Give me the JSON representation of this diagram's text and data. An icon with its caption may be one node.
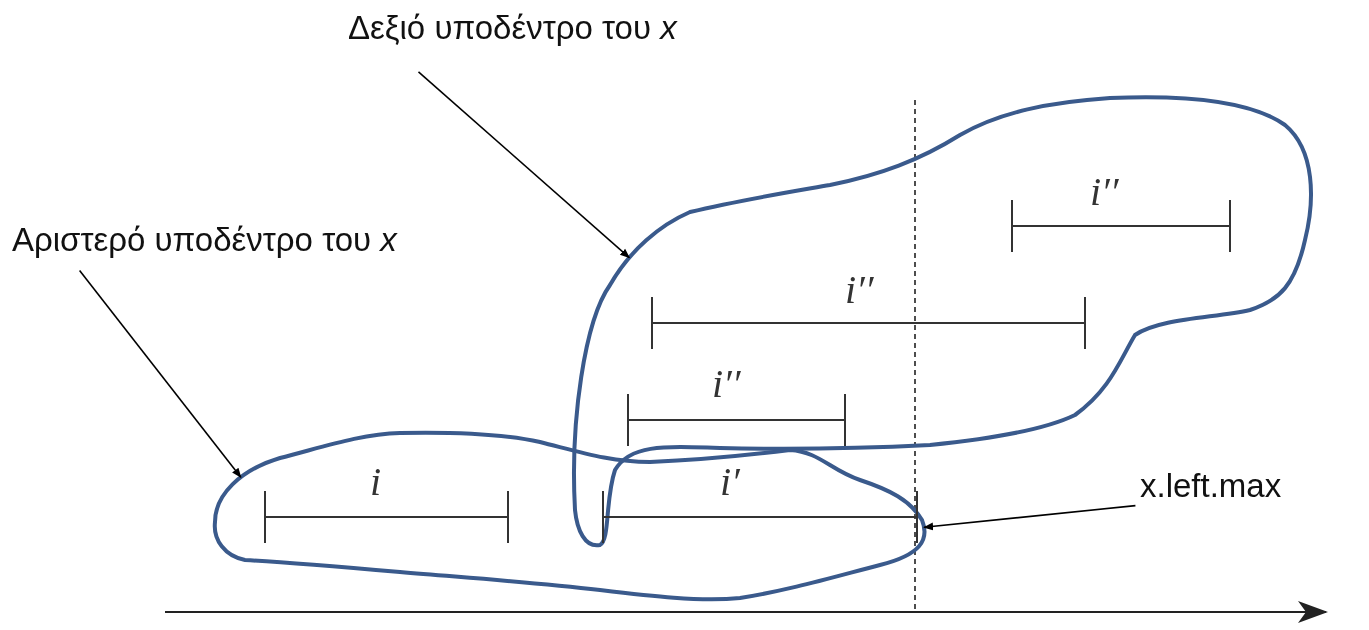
{
  "diagram": {
    "nodes": [
      {
        "text": [
          "Δεξιό υποδέντρο του *x*"
        ]
      },
      {
        "text": [],
        "shape": "cloud"
      },
      {
        "text": [
          "Αριστερό υποδέντρο του *x*"
        ]
      },
      {
        "text": [],
        "shape": "cloud"
      },
      {
        "text": [
          "x.left.max"
        ]
      }
    ],
    "edges": [
      {
        "from": 0,
        "to": 1,
        "arrow": "to"
      },
      {
        "from": 2,
        "to": 3,
        "arrow": "to"
      },
      {
        "from": 4,
        "to": 3,
        "arrow": "to"
      }
    ],
    "labels": [
      "i′′",
      "i′′",
      "i′′",
      "i",
      "i′"
    ]
  }
}
